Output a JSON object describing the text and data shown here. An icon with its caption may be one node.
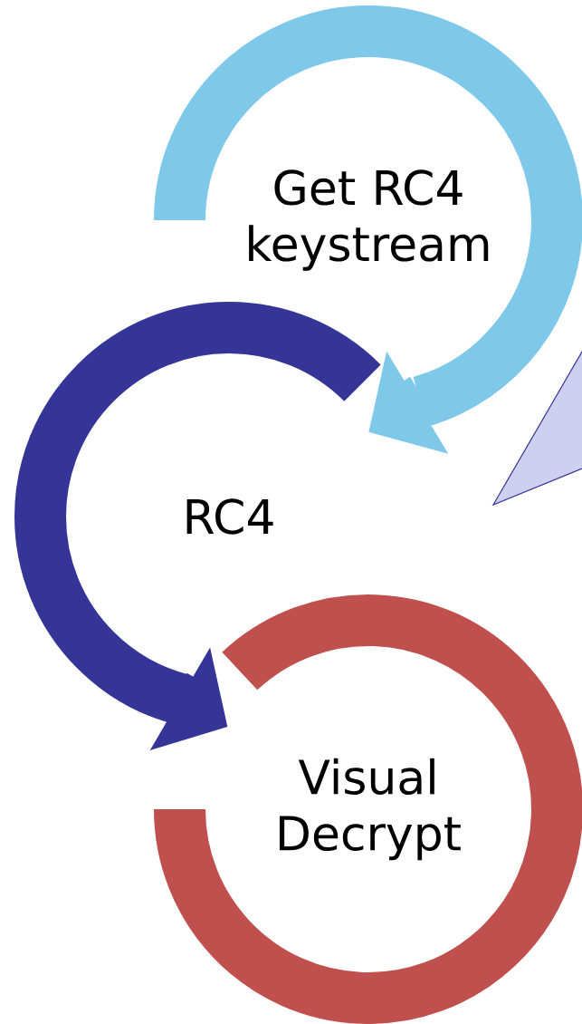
{
  "diagram": {
    "nodes": [
      {
        "text": [
          "Get RC4 keystream"
        ]
      },
      {
        "text": [
          "RC4"
        ]
      },
      {
        "text": [
          "Visual Decrypt"
        ]
      }
    ],
    "edges": [
      {
        "from": 0,
        "to": 1,
        "arrow": "to",
        "color": "#7ec8ea"
      },
      {
        "from": 1,
        "to": 2,
        "arrow": "to",
        "color": "#353597"
      }
    ]
  }
}
